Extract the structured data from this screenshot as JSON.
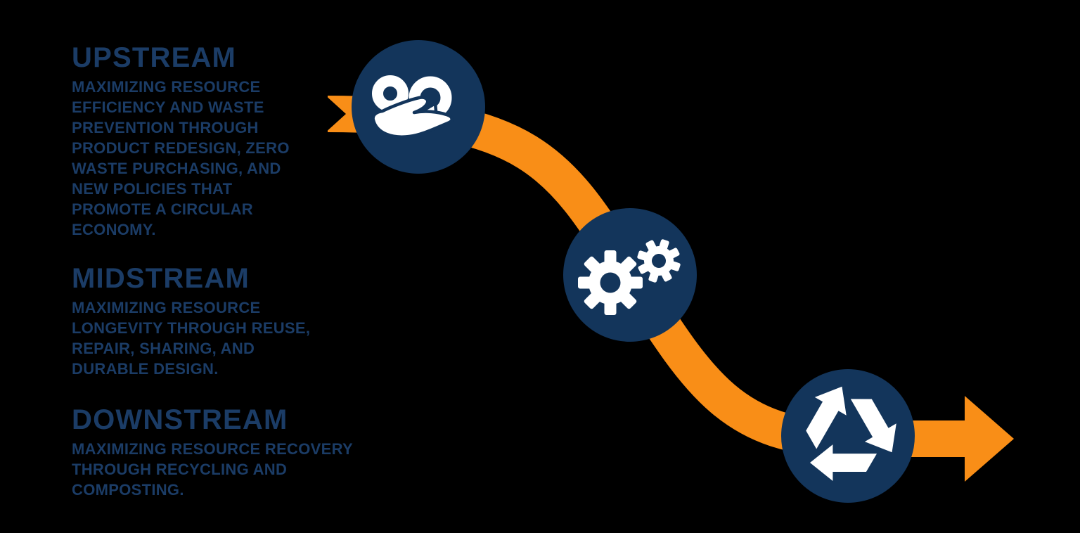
{
  "diagram": {
    "name": "waste-management-flow",
    "background": "#000000",
    "colors": {
      "navy_circle": "#13355B",
      "navy_text": "#1B3C66",
      "arrow_orange": "#F98E17",
      "icon_white": "#FFFFFF"
    },
    "flow_arrow": {
      "shape": "s-curve-ribbon",
      "start": "swallowtail-notch-left",
      "end": "arrowhead-right"
    },
    "stages": [
      {
        "title": "UPSTREAM",
        "description": "MAXIMIZING RESOURCE\nEFFICIENCY AND WASTE\nPREVENTION THROUGH\nPRODUCT REDESIGN, ZERO\nWASTE PURCHASING, AND\nNEW POLICIES THAT\nPROMOTE A CIRCULAR\nECONOMY.",
        "icon": "circular-economy-hand-icon"
      },
      {
        "title": "MIDSTREAM",
        "description": "MAXIMIZING RESOURCE\nLONGEVITY THROUGH REUSE,\nREPAIR, SHARING, AND\nDURABLE DESIGN.",
        "icon": "gears-icon"
      },
      {
        "title": "DOWNSTREAM",
        "description": "MAXIMIZING RESOURCE RECOVERY\nTHROUGH RECYCLING AND\nCOMPOSTING.",
        "icon": "recycling-icon"
      }
    ]
  }
}
